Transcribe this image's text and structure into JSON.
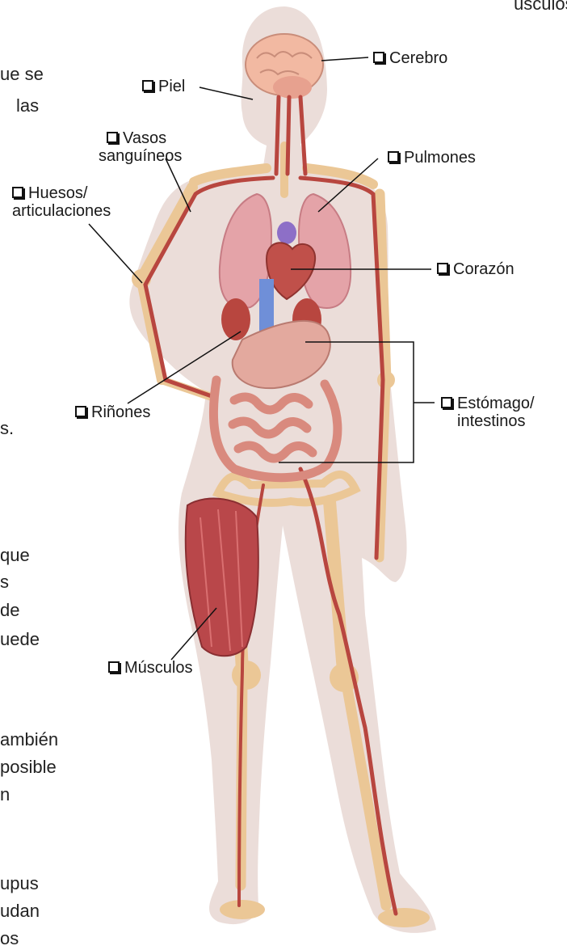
{
  "background_text": {
    "fragment_1": "úsculos.",
    "fragment_2": "ue se",
    "fragment_3": "las",
    "fragment_4": "s.",
    "fragment_5": "que",
    "fragment_6": "s",
    "fragment_7": "de",
    "fragment_8": "uede",
    "fragment_9": "ambién",
    "fragment_10": "posible",
    "fragment_11": "n",
    "fragment_12": "upus",
    "fragment_13": "udan",
    "fragment_14": "os"
  },
  "labels": {
    "cerebro": "Cerebro",
    "piel": "Piel",
    "vasos_1": "Vasos",
    "vasos_2": "sanguíneos",
    "pulmones": "Pulmones",
    "huesos_1": "Huesos/",
    "huesos_2": "articulaciones",
    "corazon": "Corazón",
    "rinones": "Riñones",
    "estomago_1": "Estómago/",
    "estomago_2": "intestinos",
    "musculos": "Músculos"
  },
  "colors": {
    "skin": "#e9d3ce",
    "bone": "#ecc99a",
    "vessel": "#b8463f",
    "organ": "#e4a3a8",
    "heart": "#c0504a",
    "muscle": "#b9474a",
    "brain": "#f2b9a2",
    "intestine": "#d98a7e",
    "vein_blue": "#6f8fd8"
  }
}
